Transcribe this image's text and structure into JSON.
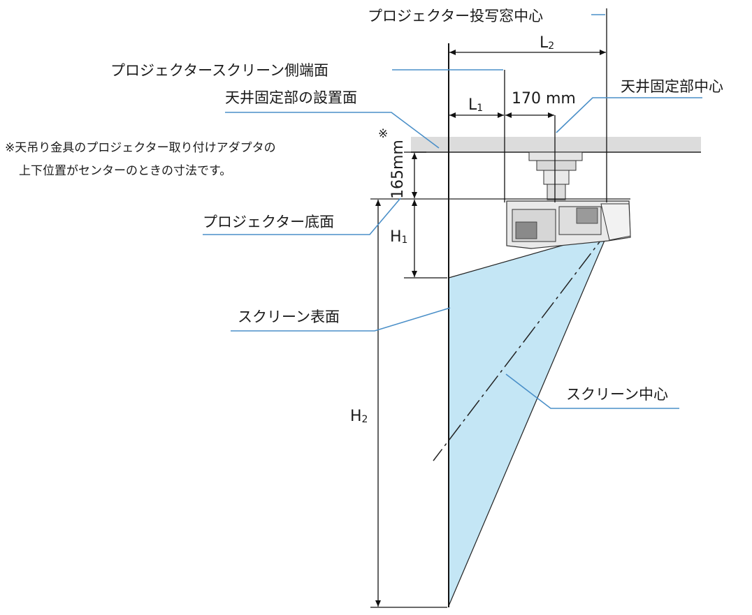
{
  "labels": {
    "lens_center": "プロジェクター投写窓中心",
    "screen_side_face": "プロジェクタースクリーン側端面",
    "ceiling_surface": "天井固定部の設置面",
    "mount_center": "天井固定部中心",
    "projector_bottom": "プロジェクター底面",
    "screen_surface": "スクリーン表面",
    "screen_center": "スクリーン中心"
  },
  "note": {
    "line1": "※天吊り金具のプロジェクター取り付けアダプタの",
    "line2": "上下位置がセンターのときの寸法です。",
    "mark": "※"
  },
  "dimensions": {
    "L1": {
      "main": "L",
      "sub": "1"
    },
    "L2": {
      "main": "L",
      "sub": "2"
    },
    "H1": {
      "main": "H",
      "sub": "1"
    },
    "H2": {
      "main": "H",
      "sub": "2"
    },
    "offset_170": "170 mm",
    "height_165": "165mm"
  },
  "colors": {
    "projection_fill": "#c4e6f5",
    "leader_line": "#4a8fc8",
    "ceiling": "#dcdcdc",
    "projector_body": "#e9e9e9"
  }
}
